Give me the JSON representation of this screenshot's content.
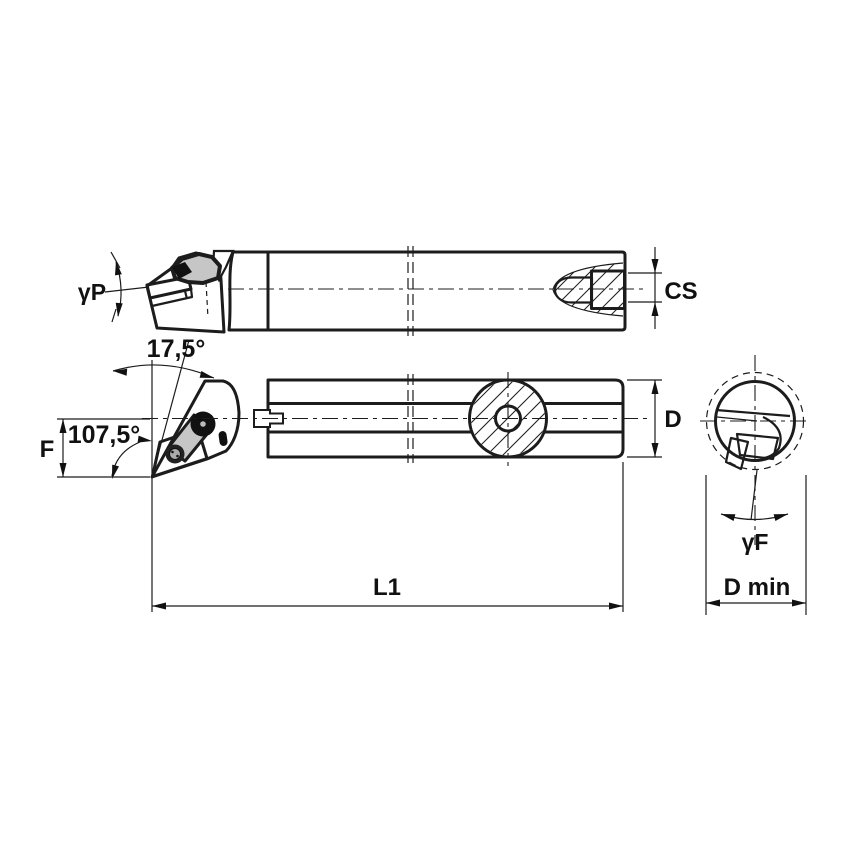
{
  "labels": {
    "gammaP": "γP",
    "angle17": "17,5°",
    "angle107": "107,5°",
    "F": "F",
    "CS": "CS",
    "D": "D",
    "L1": "L1",
    "gammaF": "γF",
    "Dmin": "D min"
  },
  "colors": {
    "background": "#ffffff",
    "body_fill": "#d2d2d2",
    "slot_fill": "#ababab",
    "inner_hole_fill": "#b5b5b5",
    "clamp_fill": "#c6c6c6",
    "line": "#1c1c1c"
  }
}
